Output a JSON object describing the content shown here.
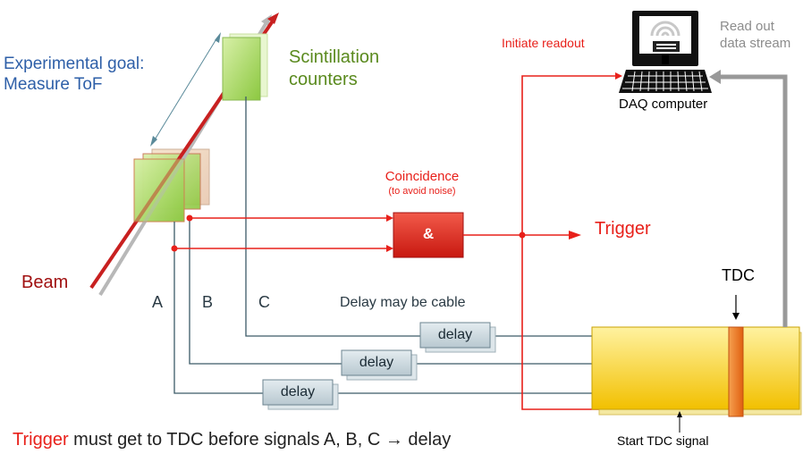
{
  "goal": {
    "line1": "Experimental goal:",
    "line2": "Measure ToF"
  },
  "scintillation": {
    "line1": "Scintillation",
    "line2": "counters"
  },
  "beam_label": "Beam",
  "coincidence": {
    "title": "Coincidence",
    "subtitle": "(to avoid noise)",
    "gate_symbol": "&"
  },
  "trigger_label": "Trigger",
  "initiate_readout": "Initiate readout",
  "daq": {
    "label": "DAQ computer",
    "readout_line1": "Read out",
    "readout_line2": "data stream"
  },
  "tdc_label": "TDC",
  "channels": [
    "A",
    "B",
    "C"
  ],
  "delay_note": "Delay may be cable",
  "delay_box_label": "delay",
  "start_tdc": "Start TDC signal",
  "footer": {
    "highlight": "Trigger",
    "rest": " must get to TDC before signals A, B, C → delay"
  },
  "colors": {
    "red": "#e8201a",
    "dark_red": "#a01010",
    "blue": "#2e5fa8",
    "green": "#5a8a1e",
    "wire": "#3c5a68",
    "gray": "#8c8c8c"
  }
}
